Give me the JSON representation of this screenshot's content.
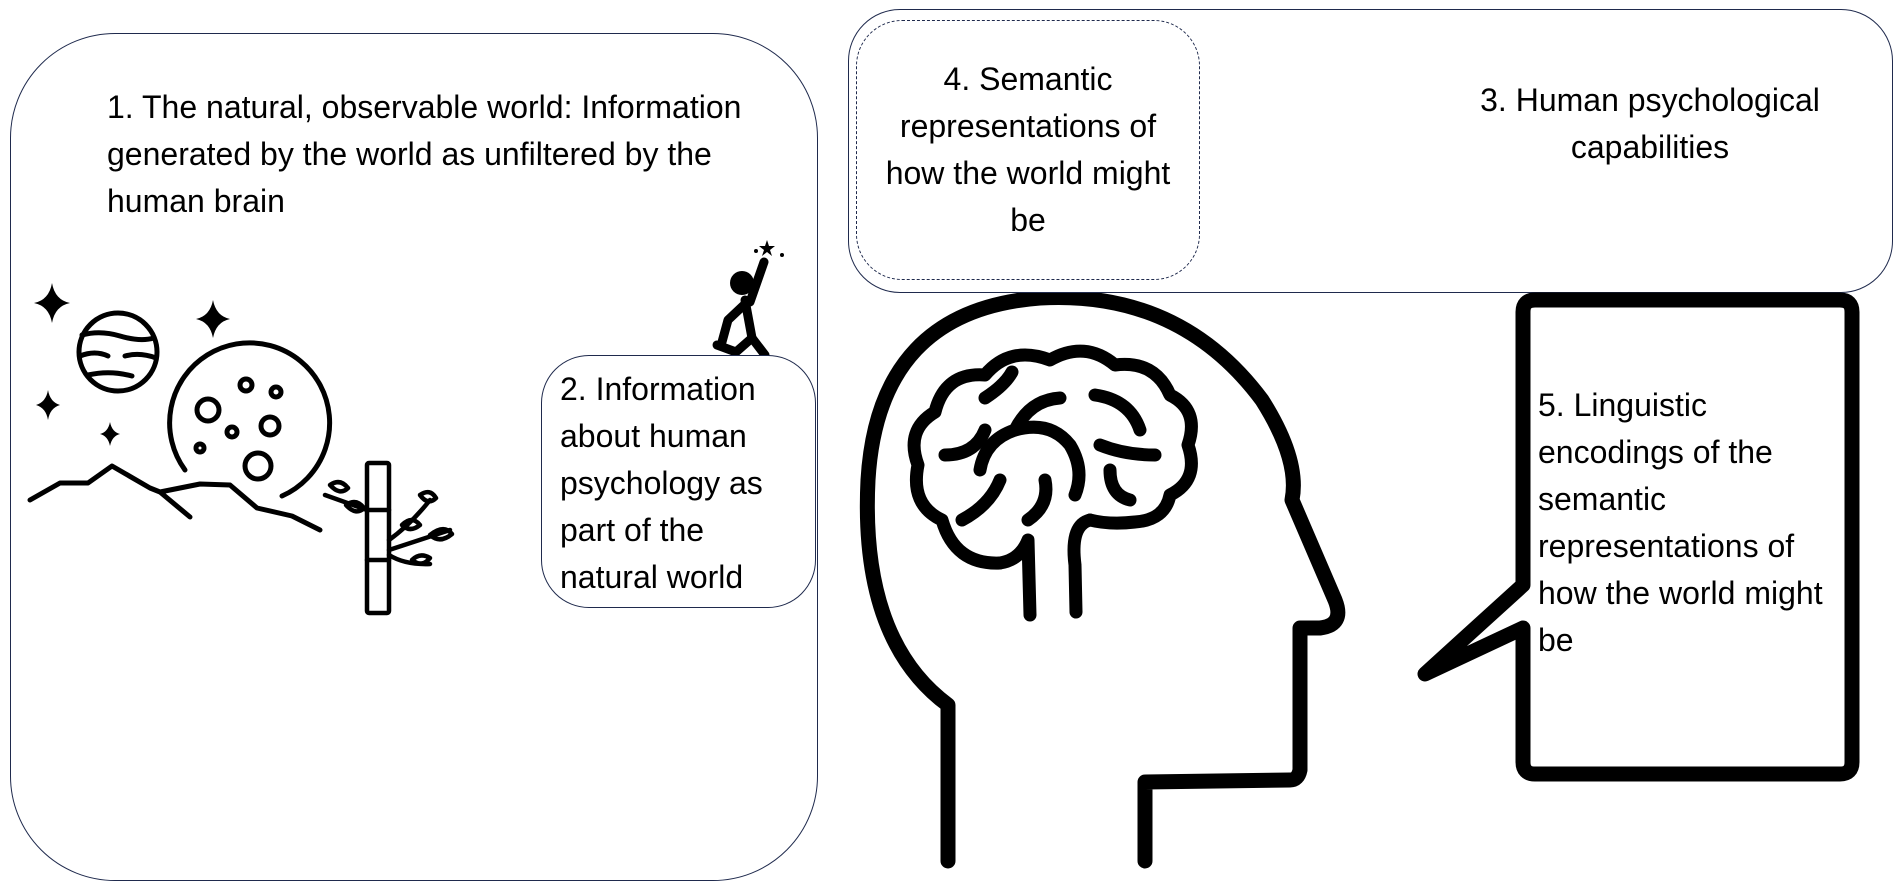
{
  "diagram": {
    "box1": {
      "text": "1. The natural, observable world: Information generated by the world as unfiltered by the human brain"
    },
    "box2": {
      "text": "2. Information about human psychology as part of the natural world"
    },
    "box3": {
      "text": "3. Human psychological capabilities"
    },
    "box4": {
      "text": "4. Semantic representations of how the world might be"
    },
    "box5": {
      "text": "5. Linguistic encodings of the semantic representations of how the world might be"
    }
  },
  "icons": {
    "night_landscape": "moon-planet-stars-mountains-bamboo-icon",
    "person": "person-reaching-for-stars-icon",
    "head": "human-head-with-brain-icon",
    "speech_bubble": "speech-bubble-icon"
  }
}
